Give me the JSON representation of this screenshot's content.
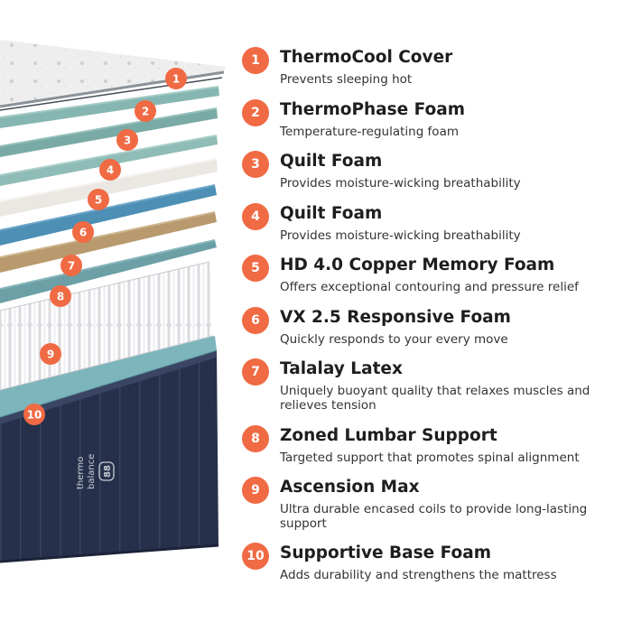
{
  "accent_color": "#f06a44",
  "layers": [
    {
      "number": "1",
      "title": "ThermoCool Cover",
      "description": "Prevents sleeping hot"
    },
    {
      "number": "2",
      "title": "ThermoPhase Foam",
      "description": "Temperature-regulating foam"
    },
    {
      "number": "3",
      "title": "Quilt Foam",
      "description": "Provides moisture-wicking breathability"
    },
    {
      "number": "4",
      "title": "Quilt Foam",
      "description": "Provides moisture-wicking breathability"
    },
    {
      "number": "5",
      "title": "HD 4.0 Copper Memory Foam",
      "description": "Offers exceptional contouring and pressure relief"
    },
    {
      "number": "6",
      "title": "VX 2.5 Responsive Foam",
      "description": "Quickly responds to your every move"
    },
    {
      "number": "7",
      "title": "Talalay Latex",
      "description": "Uniquely buoyant quality that relaxes muscles and relieves tension"
    },
    {
      "number": "8",
      "title": "Zoned Lumbar Support",
      "description": "Targeted support that promotes spinal alignment"
    },
    {
      "number": "9",
      "title": "Ascension Max",
      "description": "Ultra durable encased coils to provide long-lasting support"
    },
    {
      "number": "10",
      "title": "Supportive Base Foam",
      "description": "Adds durability and strengthens the mattress"
    }
  ],
  "base_logo": {
    "line1": "thermo",
    "line2": "balance",
    "badge": "88"
  }
}
